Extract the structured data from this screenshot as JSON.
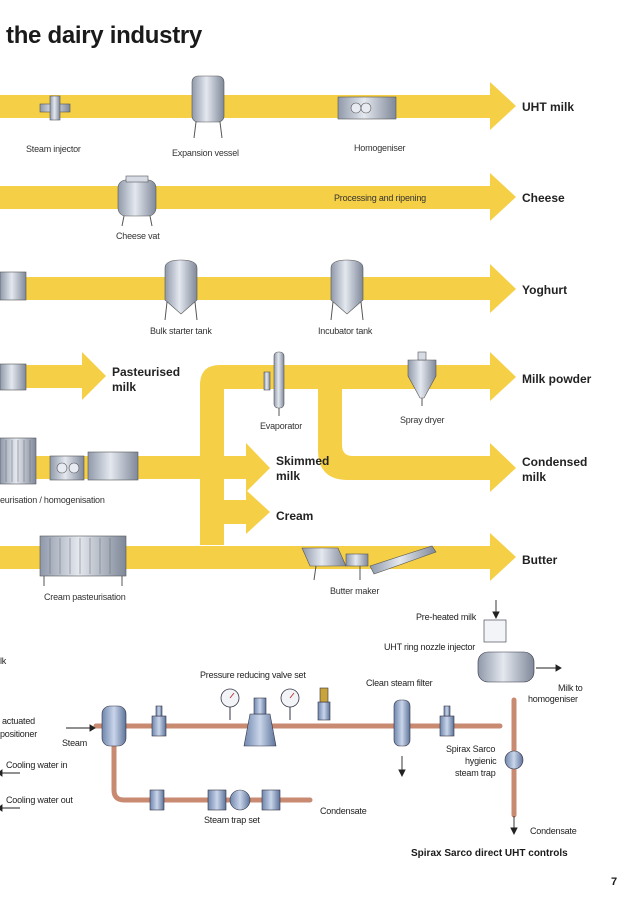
{
  "page": {
    "title": "the dairy industry",
    "page_number": "7"
  },
  "flows": {
    "uht": {
      "product": "UHT milk",
      "steam_injector": "Steam injector",
      "expansion_vessel": "Expansion vessel",
      "homogeniser": "Homogeniser"
    },
    "cheese": {
      "product": "Cheese",
      "processing": "Processing and ripening",
      "cheese_vat": "Cheese vat"
    },
    "yoghurt": {
      "product": "Yoghurt",
      "bulk_starter": "Bulk starter tank",
      "incubator": "Incubator tank"
    },
    "powder": {
      "pasteurised_1": "Pasteurised",
      "pasteurised_2": "milk",
      "product": "Milk powder",
      "evaporator": "Evaporator",
      "spray_dryer": "Spray dryer"
    },
    "condensed": {
      "product_1": "Condensed",
      "product_2": "milk",
      "skimmed_1": "Skimmed",
      "skimmed_2": "milk",
      "cream": "Cream",
      "pasteurisation": "eurisation / homogenisation"
    },
    "butter": {
      "product": "Butter",
      "cream_pasteurisation": "Cream pasteurisation",
      "butter_maker": "Butter maker"
    }
  },
  "uht_controls": {
    "caption": "Spirax Sarco direct UHT controls",
    "preheated_milk": "Pre-heated milk",
    "ring_nozzle": "UHT ring nozzle injector",
    "prv_set": "Pressure reducing valve set",
    "clean_steam_filter": "Clean steam filter",
    "milk_to_1": "Milk to",
    "milk_to_2": "homogeniser",
    "actuated_1": "actuated",
    "actuated_2": "positioner",
    "steam": "Steam",
    "lk": "lk",
    "cooling_in": "Cooling water in",
    "cooling_out": "Cooling water out",
    "trap_1": "Spirax Sarco",
    "trap_2": "hygienic",
    "trap_3": "steam trap",
    "steam_trap_set": "Steam trap set",
    "condensate_1": "Condensate",
    "condensate_2": "Condensate"
  },
  "colors": {
    "flow": "#f5cf45",
    "pipe": "#c98a72",
    "equipment": "#b9c3d3"
  }
}
